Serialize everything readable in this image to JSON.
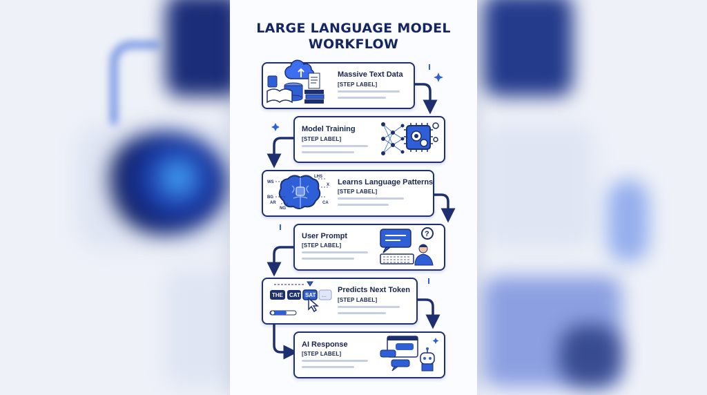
{
  "title_line1": "LARGE LANGUAGE MODEL",
  "title_line2": "WORKFLOW",
  "steps": [
    {
      "title": "Massive Text Data",
      "label": "[STEP LABEL]",
      "icon": "text-data-icon"
    },
    {
      "title": "Model Training",
      "label": "[STEP LABEL]",
      "icon": "neural-chip-icon"
    },
    {
      "title": "Learns Language Patterns",
      "label": "[STEP LABEL]",
      "icon": "brain-icon"
    },
    {
      "title": "User Prompt",
      "label": "[STEP LABEL]",
      "icon": "user-keyboard-icon"
    },
    {
      "title": "Predicts Next Token",
      "label": "[STEP LABEL]",
      "icon": "token-sequence-icon"
    },
    {
      "title": "AI Response",
      "label": "[STEP LABEL]",
      "icon": "chatbot-icon"
    }
  ],
  "brain_tags": [
    "LHS",
    "WS",
    "X",
    "BG",
    "AR",
    "NG",
    "CA"
  ],
  "tokens": [
    "THE",
    "CAT",
    "SAT",
    "..."
  ],
  "colors": {
    "navy": "#1d2f6e",
    "blue": "#2f5fd6",
    "light": "#c6cfe3"
  }
}
